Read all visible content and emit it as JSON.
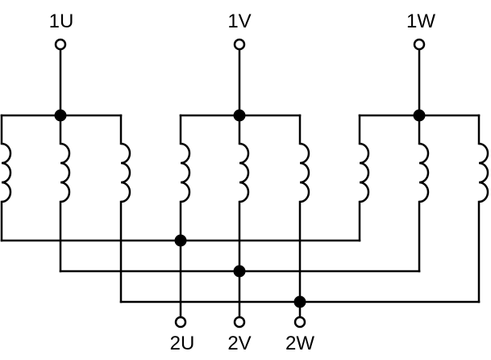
{
  "diagram": {
    "type": "three-phase-dual-winding-connection",
    "colors": {
      "line": "#000000",
      "background": "#ffffff"
    },
    "terminals": {
      "top": [
        "1U",
        "1V",
        "1W"
      ],
      "bottom": [
        "2U",
        "2V",
        "2W"
      ]
    },
    "coil_count": 9,
    "junction_count": 6
  }
}
